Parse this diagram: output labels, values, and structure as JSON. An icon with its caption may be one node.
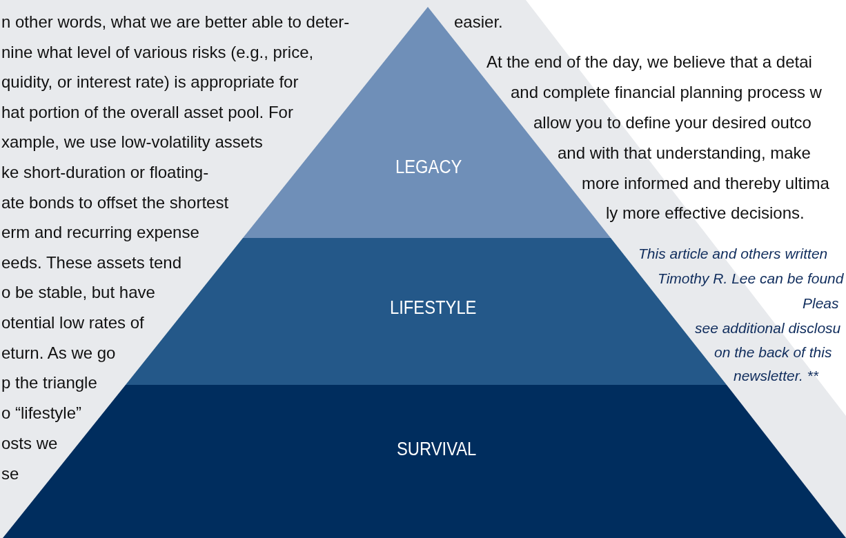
{
  "diagram": {
    "nodes": [
      {
        "text": [
          "LEGACY"
        ]
      },
      {
        "text": [
          "LIFESTYLE"
        ]
      },
      {
        "text": [
          "SURVIVAL"
        ]
      }
    ],
    "labels": [
      "n other words, what we are better able to deter- nine what level of various risks (e.g., price, quidity, or interest rate) is appropriate for hat portion of the overall asset pool. For xample, we use low-volatility assets ke short-duration or floating- ate bonds to offset the shortest erm and recurring expense eeds. These assets tend o be stable, but have otential low rates of eturn. As we go p the triangle o “lifestyle” osts we se",
      "easier.",
      "At the end of the day, we believe that a detai and complete financial planning process w allow you to define your desired outco and with that understanding, make more informed and thereby ultima ly more effective decisions.",
      "This article and others written Timothy R. Lee can be found Pleas see additional disclosu on the back of this newsletter. **"
    ]
  }
}
